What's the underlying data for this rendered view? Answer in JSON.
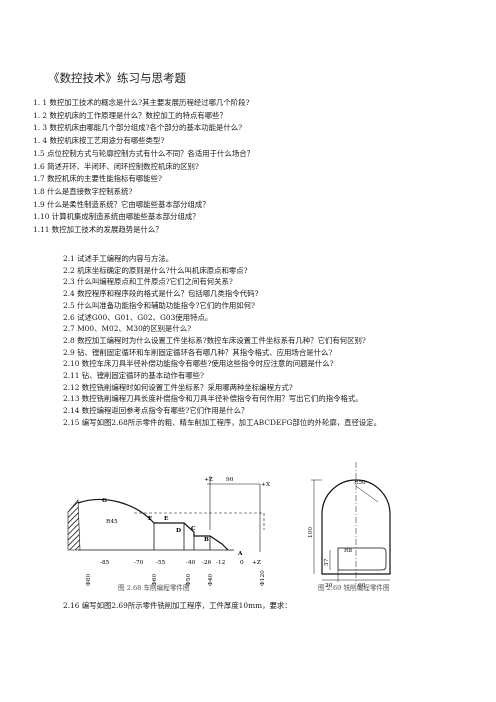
{
  "doc": {
    "title": "《数控技术》练习与思考题",
    "section1": [
      "1. 1  数控加工技术的概念是什么?其主要发展历程经过哪几个阶段?",
      "1. 2  数控机床的工作原理是什么？数控加工的特点有哪些？",
      "1. 3  数控机床由哪能几个部分组成?各个部分的基本功能是什么?",
      "1. 4  数控机床按工艺用途分有哪些类型?",
      "1.5  点位控制方式与轮廓控制方式有什么不同？各适用于什么场合？",
      "1.6  简述开环、半闭环、闭环控制数控机床的区别?",
      "1.7  数控机床的主要性能指标有哪能些?",
      "1.8 什么是直接数字控制系统?",
      "1.9  什么是柔性制造系统？它由哪能些基本部分组成？",
      "1.10  计算机集成制造系统由哪能些基本部分组成？",
      "1.11  数控加工技术的发展趋势是什么？"
    ],
    "section2": [
      "2.1    试述手工编程的内容与方法。",
      "2.2    机床坐标确定的原则是什么?什么叫机床原点和零点?",
      "2.3    什么叫编程原点和工件原点?它们之间有何关系?",
      "2.4    数控程序和程序段的格式是什么？包括哪几类指令代码?",
      "2.5    什么叫准备功能指令和辅助功能指令?它们的作用如何?",
      "2.6    试述G00、G01、G02、G03使用特点。",
      "2.7    M00、M02、M30的区别是什么?",
      "2.8    数控加工编程时为什么设置工件坐标系?数控车床设置工件坐标系有几种？它们有何区别?",
      "2.9    钻、镗削固定循环和车削固定循环各有哪几种？其指令格式、应用场合是什么?",
      "2.10    数控车床刀具半径补偿功能指令有哪些?使用这些指令时应注意的问题是什么?",
      "2.11    钻、镗削固定循环的基本动作有哪些?",
      "2.12    数控铣削编程时如何设置工件坐标系？采用哪两种坐标编程方式?",
      "2.13    数控铣削编程刀具长度补偿指令和刀具半径补偿指令有何作用？写出它们的指令格式。",
      "2.14    数控编程返回参考点指令有哪些?它们作用是什么？",
      "2.15    编写如图2.68所示零件的粗、精车削加工程序，加工ABCDEFG部位的外轮廓，直径设定。"
    ],
    "q216": "2.16    编写如图2.69所示零件铣削加工程序，工件厚度10mm，要求："
  },
  "fig268": {
    "caption": "图 2.68    车削编程零件图",
    "points": [
      "G",
      "F",
      "E",
      "D",
      "C",
      "B",
      "A"
    ],
    "radius": "R45",
    "top_dims": [
      "+Z",
      "90",
      "+X"
    ],
    "z_ticks": [
      "-85",
      "-70",
      "-55",
      "-40",
      "-26",
      "-12",
      "0",
      "+Z"
    ],
    "diameters": [
      "Φ80",
      "Φ60",
      "Φ50",
      "Φ40",
      "Φ120"
    ]
  },
  "fig269": {
    "caption": "图 2.69    铣削编程零件图",
    "r50": "R50",
    "r8": "R8",
    "height": "100",
    "inner": "37",
    "w20": "20",
    "w60": "60"
  }
}
